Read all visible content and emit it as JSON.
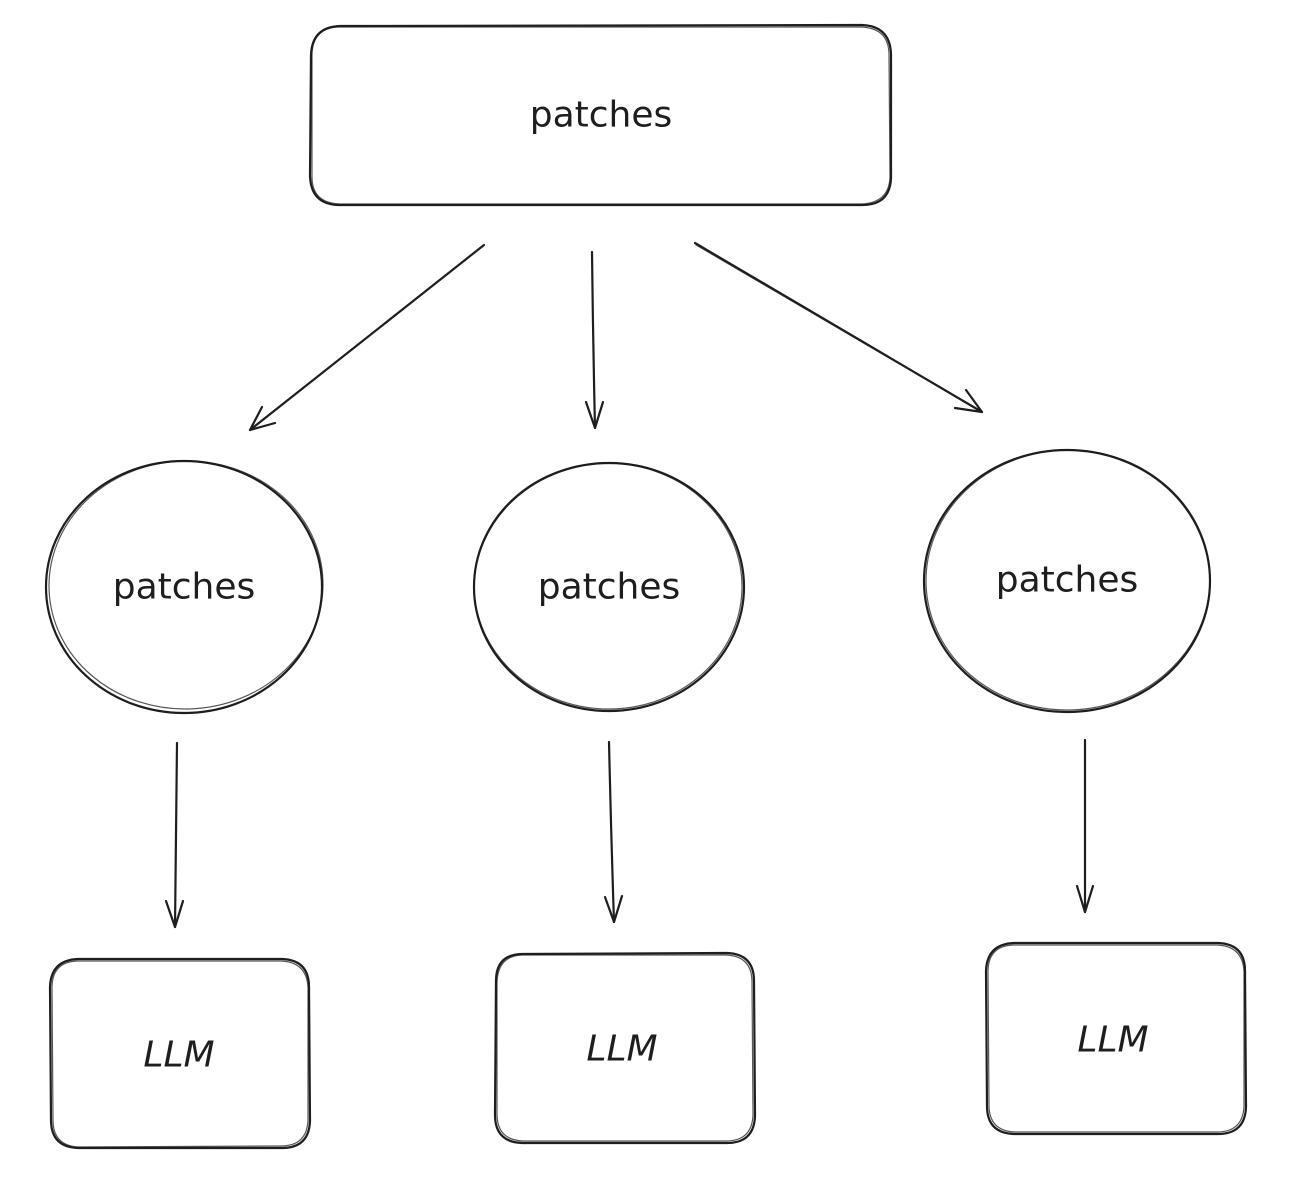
{
  "diagram": {
    "root": {
      "label": "patches"
    },
    "middle": [
      {
        "label": "patches"
      },
      {
        "label": "patches"
      },
      {
        "label": "patches"
      }
    ],
    "bottom": [
      {
        "label": "LLM"
      },
      {
        "label": "LLM"
      },
      {
        "label": "LLM"
      }
    ],
    "colors": {
      "stroke": "#1e1e1e",
      "background": "#ffffff"
    }
  }
}
